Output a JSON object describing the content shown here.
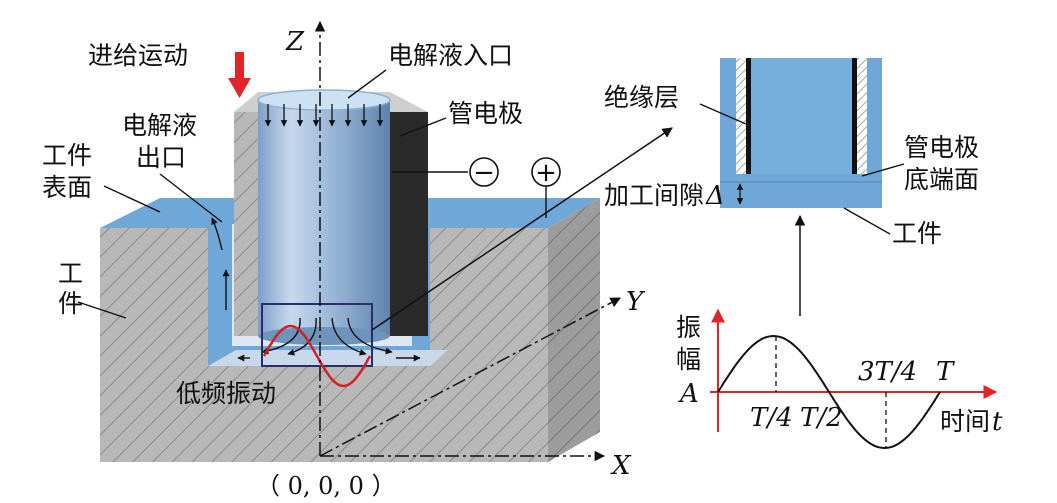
{
  "labels": {
    "feed_motion": "进给运动",
    "electrolyte_inlet": "电解液入口",
    "tube_electrode": "管电极",
    "electrolyte_outlet_1": "电解液",
    "electrolyte_outlet_2": "出口",
    "workpiece_surface_1": "工件",
    "workpiece_surface_2": "表面",
    "workpiece_left_1": "工",
    "workpiece_left_2": "件",
    "low_freq_vibration": "低频振动",
    "origin": "（ 0, 0, 0 ）",
    "minus": "−",
    "plus": "+"
  },
  "axes": {
    "x": "X",
    "y": "Y",
    "z": "Z"
  },
  "detail": {
    "insulation_layer": "绝缘层",
    "tube_bottom_1": "管电极",
    "tube_bottom_2": "底端面",
    "gap_label": "加工间隙",
    "gap_symbol": "Δ",
    "workpiece": "工件"
  },
  "wave": {
    "y_label_1": "振",
    "y_label_2": "幅",
    "amplitude": "A",
    "t_label": "时间",
    "t_symbol": "t",
    "period": "T",
    "tick_quarter": "T/4",
    "tick_half": "T/2",
    "tick_three_quarter": "3T/4"
  },
  "colors": {
    "electrolyte": "#6fa8d8",
    "workpiece": "#b4b4b4",
    "arrow_red": "#e0242a",
    "sine": "#d42020"
  }
}
